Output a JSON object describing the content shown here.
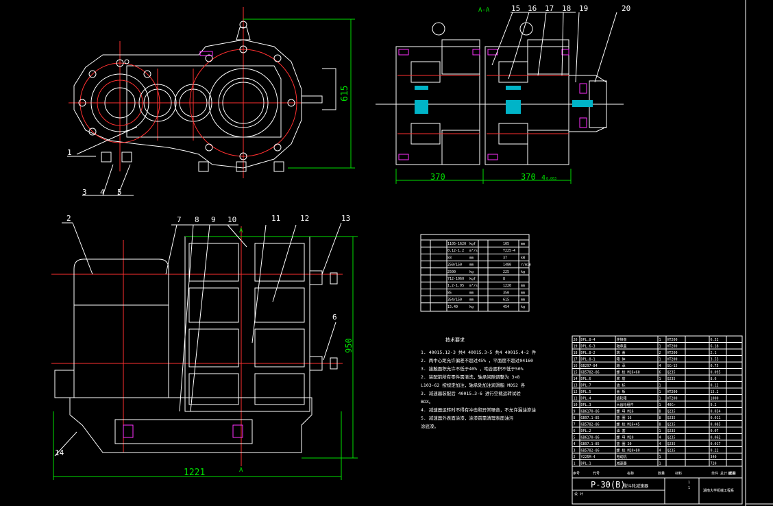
{
  "section_label": "A-A",
  "cut_markers": [
    "A",
    "A"
  ],
  "dimensions": {
    "height_top": "615",
    "width_left": "370",
    "width_right": "370",
    "width_right_sub": "4",
    "width_right_sup": "0.063",
    "height_side": "950",
    "width_side": "1221"
  },
  "callouts": {
    "front": [
      "1",
      "3",
      "4",
      "5"
    ],
    "section": [
      "15",
      "16",
      "17",
      "18",
      "19",
      "20"
    ],
    "side": [
      "2",
      "7",
      "8",
      "9",
      "10",
      "11",
      "12",
      "13",
      "6",
      "14"
    ]
  },
  "spec_table": {
    "left_values": [
      "1105-1620",
      "0.12-1.2",
      "83",
      "250/150",
      "2500",
      "712-1060",
      "1.2-1.95",
      "85",
      "354/150",
      "15.49"
    ],
    "right_values": [
      "105",
      "Y225-4",
      "37",
      "1480",
      "225",
      "8",
      "1220",
      "350",
      "615",
      "454"
    ],
    "left_units": [
      "kgf",
      "m³/s",
      "mm",
      "mm",
      "kg",
      "kgf",
      "m³/s",
      "mm",
      "mm",
      "kg"
    ],
    "right_units": [
      "mm",
      "",
      "kW",
      "r/min",
      "kg",
      "",
      "mm",
      "mm",
      "mm",
      "kg"
    ]
  },
  "notes": {
    "heading": "技术要求",
    "lines": [
      "1. 40015.12-3 共4 40015.3-5 共4 40015.4-2 件",
      "2. 两中心距允许偏差不超过45% ，平面度不超过04160",
      "3. 接触面积允许不低于40% ，啮合面积不低于50%",
      "2. 装配前所有零件需清洗，轴承间隙调整为 3×8",
      "L103-62 按规定加注，轴承处加注润滑脂 MOS2 各",
      "3. 减速器装配后 40015.3-6 进行空载运转试验",
      "BOX。",
      "4. 减速器运转时不得有冲击和异常噪音，不允许漏油渗油",
      "5. 减速器外表面涂漆，涂漆前需清理表面油污",
      "涂底漆。"
    ]
  },
  "bom": {
    "rows": [
      [
        "20",
        "DPL.8-4",
        "连接盘",
        "1",
        "HT200",
        "",
        "6.32",
        ""
      ],
      [
        "19",
        "DPL.6-3",
        "轴承盖",
        "1",
        "HT200",
        "",
        "6.18",
        ""
      ],
      [
        "18",
        "DPL.8-2",
        "端 盖",
        "2",
        "HT200",
        "",
        "2.1",
        ""
      ],
      [
        "17",
        "DPL.8-1",
        "箱 体",
        "1",
        "HT200",
        "",
        "3.53",
        ""
      ],
      [
        "16",
        "GB297-84",
        "轴 承",
        "4",
        "GCr15",
        "",
        "0.75",
        ""
      ],
      [
        "15",
        "GB5782-86",
        "螺 栓 M16×60",
        "6",
        "Q235",
        "",
        "0.095",
        ""
      ],
      [
        "14",
        "DPL.6",
        "底 座",
        "1",
        "Q235",
        "",
        "8.6",
        ""
      ],
      [
        "13",
        "DPL.7",
        "油 标",
        "1",
        "",
        "",
        "0.12",
        ""
      ],
      [
        "12",
        "DPL.5",
        "盖 板",
        "1",
        "HT200",
        "",
        "15.2",
        ""
      ],
      [
        "11",
        "DPL.4",
        "齿轮箱",
        "1",
        "HT200",
        "",
        "1000",
        ""
      ],
      [
        "10",
        "DPL.3",
        "大齿轮组件",
        "1",
        "40Cr",
        "",
        "9.2",
        ""
      ],
      [
        "9",
        "GB6170-86",
        "螺 母 M16",
        "8",
        "Q235",
        "",
        "0.034",
        ""
      ],
      [
        "8",
        "GB97.1-85",
        "垫 圈 16",
        "8",
        "Q235",
        "",
        "0.011",
        ""
      ],
      [
        "7",
        "GB5782-86",
        "螺 栓 M16×45",
        "8",
        "Q235",
        "",
        "0.085",
        ""
      ],
      [
        "6",
        "DPL.2",
        "油 塞",
        "1",
        "Q235",
        "",
        "0.07",
        ""
      ],
      [
        "5",
        "GB6170-86",
        "螺 母 M20",
        "4",
        "Q235",
        "",
        "0.062",
        ""
      ],
      [
        "4",
        "GB97.1-85",
        "垫 圈 20",
        "4",
        "Q235",
        "",
        "0.017",
        ""
      ],
      [
        "3",
        "GB5782-86",
        "螺 栓 M20×80",
        "4",
        "Q235",
        "",
        "0.22",
        ""
      ],
      [
        "2",
        "Y225M-4",
        "电动机",
        "1",
        "",
        "",
        "340",
        ""
      ],
      [
        "1",
        "DPL.1",
        "减速器",
        "1",
        "",
        "",
        "720",
        ""
      ]
    ],
    "header": [
      "序号",
      "代号",
      "名称",
      "数量",
      "材料",
      "单件 总计 重量",
      "备注"
    ],
    "title": "P-30(B)",
    "title_suffix": "型斗轮减速器",
    "footer_left": "设 计",
    "footer_school": "湖南大学机械工程系",
    "footer_scale": "1",
    "footer_sheet": "1"
  }
}
